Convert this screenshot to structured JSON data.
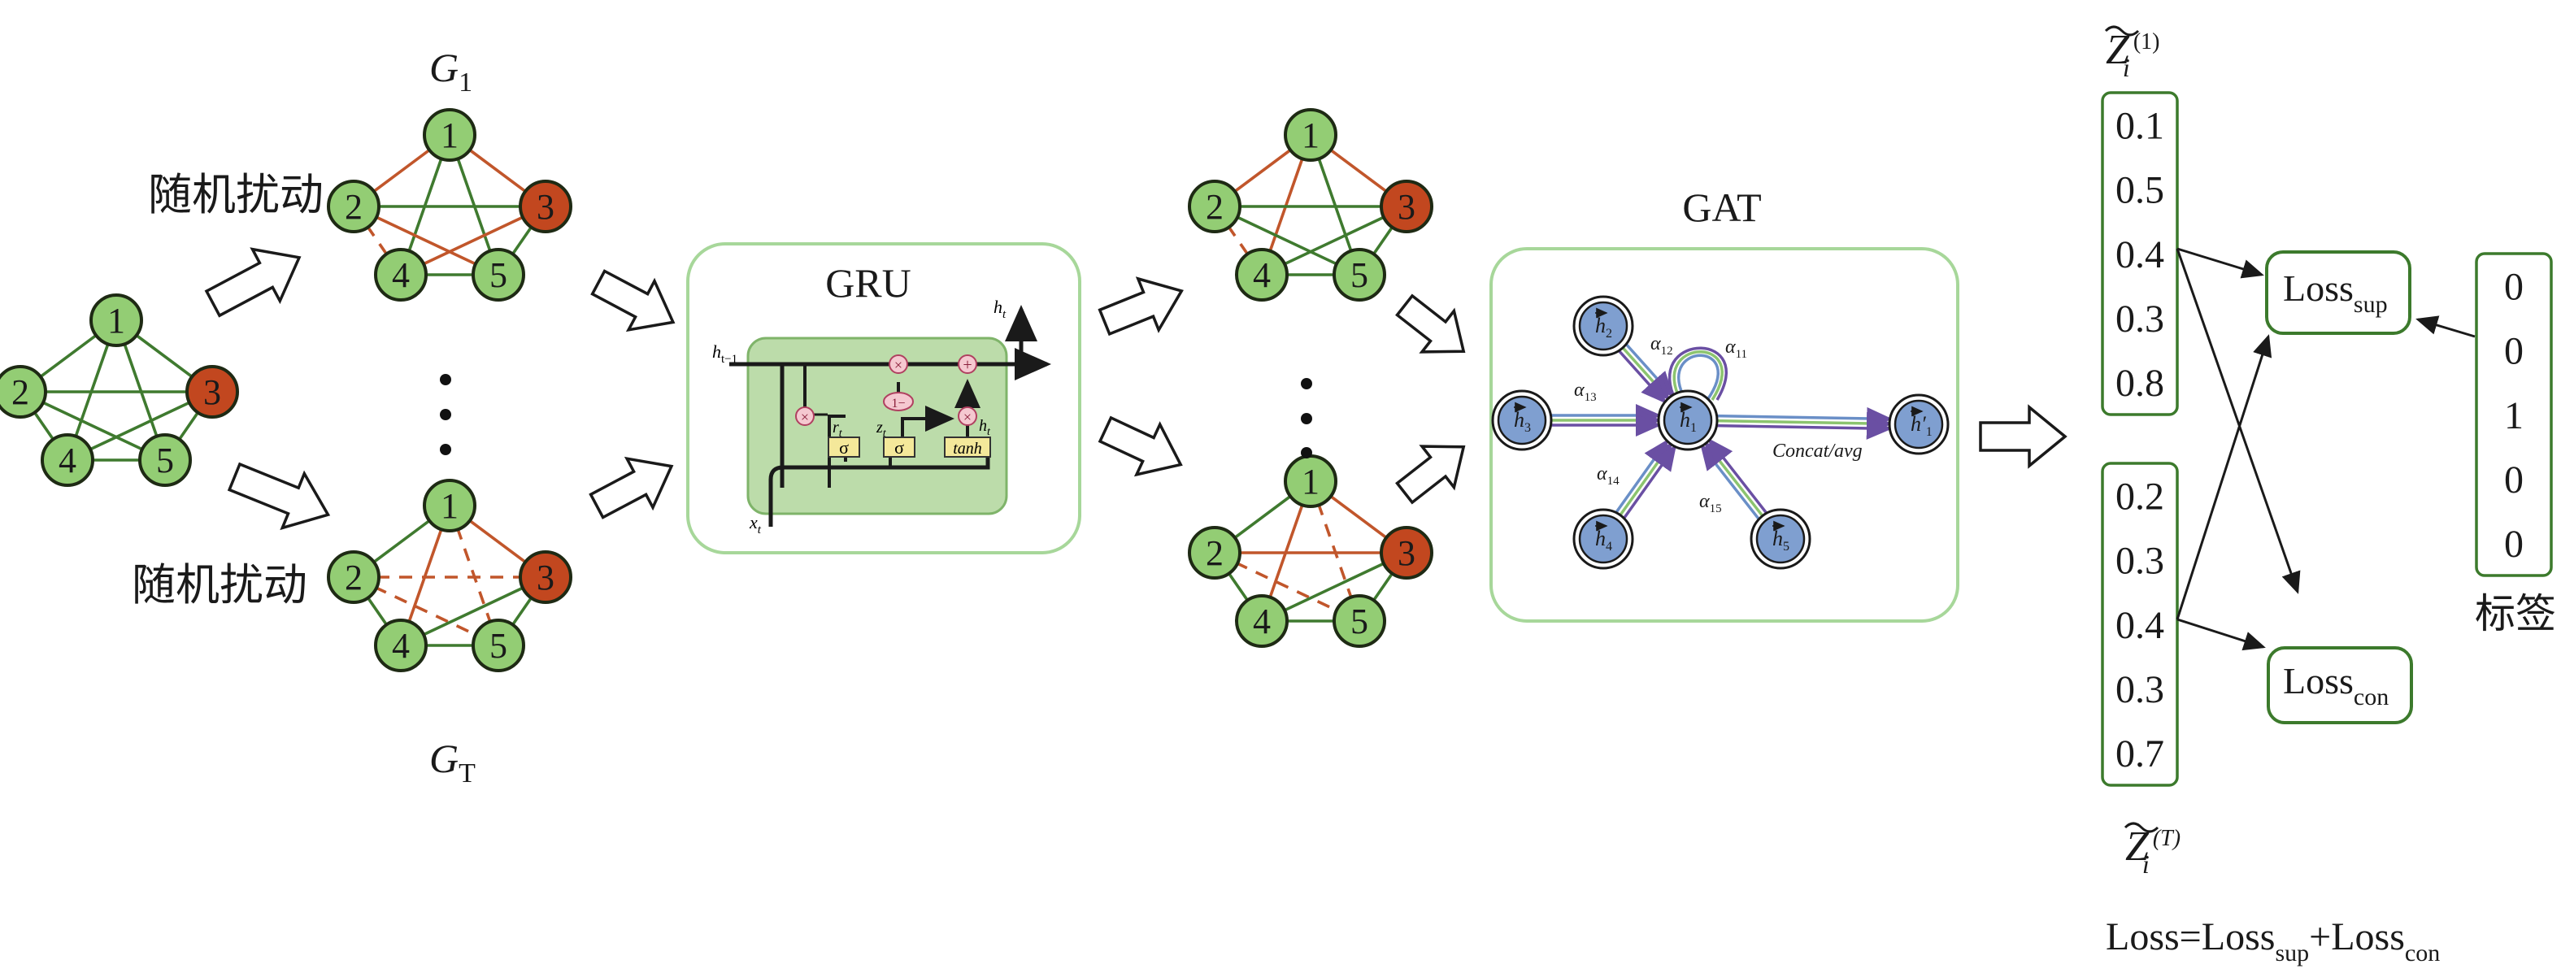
{
  "colors": {
    "node_green": "#93cd74",
    "node_red": "#c2471f",
    "edge_green": "#3f7a2f",
    "edge_red": "#c1562b",
    "panel_border": "#a7d79a",
    "gru_inner": "#bcdcaa",
    "gat_node": "#7f9fd0",
    "vector_border": "#3c7a2c"
  },
  "labels": {
    "perturb_top": "随机扰动",
    "perturb_bottom": "随机扰动",
    "g1_base": "G",
    "g1_sub": "1",
    "gt_base": "G",
    "gt_sub": "T",
    "gru_title": "GRU",
    "gat_title": "GAT",
    "label_caption": "标签"
  },
  "node_numbers": [
    "1",
    "2",
    "3",
    "4",
    "5"
  ],
  "gru": {
    "h_prev_base": "h",
    "h_prev_sub": "t−1",
    "h_out_base": "h",
    "h_out_sub": "t",
    "x_base": "x",
    "x_sub": "t",
    "r_base": "r",
    "r_sub": "t",
    "z_base": "z",
    "z_sub": "t",
    "h_tilde_base": "h",
    "h_tilde_sub": "t",
    "sigma": "σ",
    "tanh": "tanh",
    "mult": "×",
    "plus": "+",
    "one_minus": "1−"
  },
  "gat": {
    "nodes": [
      "h1",
      "h2",
      "h3",
      "h4",
      "h5",
      "h1'"
    ],
    "h_base": "h",
    "subs": [
      "1",
      "2",
      "3",
      "4",
      "5"
    ],
    "prime_sub": "1",
    "prime_mark": "′",
    "alpha_base": "α",
    "alpha_subs": [
      "12",
      "11",
      "13",
      "14",
      "15"
    ],
    "concat": "Concat/avg"
  },
  "vector_top": [
    "0.1",
    "0.5",
    "0.4",
    "0.3",
    "0.8"
  ],
  "vector_bottom": [
    "0.2",
    "0.3",
    "0.4",
    "0.3",
    "0.7"
  ],
  "labels_vector": [
    "0",
    "0",
    "1",
    "0",
    "0"
  ],
  "z_top": {
    "base": "Z",
    "sub": "i",
    "sup": "(1)"
  },
  "z_bottom": {
    "base": "Z",
    "sub": "i",
    "sup": "(T)"
  },
  "loss_sup": {
    "base": "Loss",
    "sub": "sup"
  },
  "loss_con": {
    "base": "Loss",
    "sub": "con"
  },
  "loss_formula": {
    "prefix": "Loss=Loss",
    "sub1": "sup",
    "mid": "+Loss",
    "sub2": "con"
  }
}
